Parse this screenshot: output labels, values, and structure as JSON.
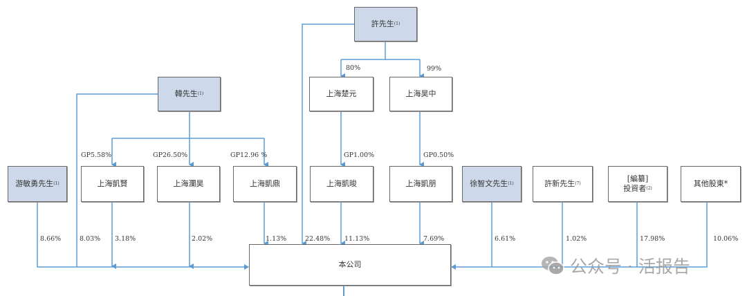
{
  "colors": {
    "line": "#5b9bd5",
    "person_fill": "#cdd9ea",
    "entity_fill": "#ffffff"
  },
  "nodes": {
    "xu": {
      "name": "許先生",
      "note": "(1)"
    },
    "han": {
      "name": "韓先生",
      "note": "(1)"
    },
    "chuyuan": {
      "name": "上海楚元",
      "note": ""
    },
    "haozhong": {
      "name": "上海昊中",
      "note": ""
    },
    "you": {
      "name": "游敏勇先生",
      "note": "(1)"
    },
    "kaixian": {
      "name": "上海凱賢",
      "note": ""
    },
    "lanhao": {
      "name": "上海瀾昊",
      "note": ""
    },
    "kaiding": {
      "name": "上海凱鼎",
      "note": ""
    },
    "kaijun": {
      "name": "上海凱晙",
      "note": ""
    },
    "kaipeng": {
      "name": "上海凱朋",
      "note": ""
    },
    "xuzhiwen": {
      "name": "徐智文先生",
      "note": "(1)"
    },
    "xuxin": {
      "name": "許新先生",
      "note": "(7)"
    },
    "investors": {
      "name": "[編纂]",
      "name2": "投資者",
      "note": "(2)"
    },
    "others": {
      "name": "其他股東*",
      "note": ""
    },
    "company": {
      "name": "本公司",
      "note": ""
    }
  },
  "labels": {
    "xu_chuyuan": "80%",
    "xu_haozhong": "99%",
    "han_kaixian": "GP5.58%",
    "han_lanhao": "GP26.50%",
    "han_kaiding": "GP12.96 %",
    "chuyuan_kaijun": "GP1.00%",
    "haozhong_kaipeng": "GP0.50%",
    "you": "8.66%",
    "han": "8.03%",
    "kaixian": "3.18%",
    "lanhao": "2.02%",
    "kaiding": "1.13%",
    "xu": "22.48%",
    "kaijun": "11.13%",
    "kaipeng": "7.69%",
    "xuzhiwen": "6.61%",
    "xuxin": "1.02%",
    "investors": "17.98%",
    "others": "10.06%"
  },
  "watermark": {
    "text": "公众号 · 活报告",
    "icon": "wechat-icon"
  }
}
